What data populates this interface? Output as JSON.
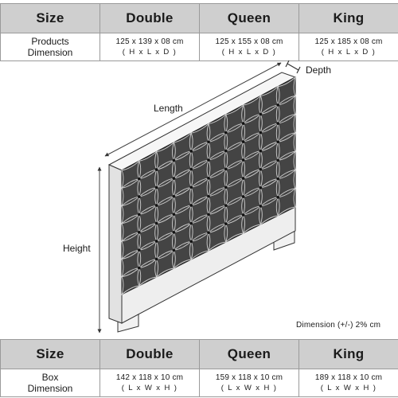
{
  "top_table": {
    "headers": [
      "Size",
      "Double",
      "Queen",
      "King"
    ],
    "row_label": [
      "Products",
      "Dimension"
    ],
    "values": [
      "125 x 139 x 08 cm",
      "125 x 155 x 08 cm",
      "125 x 185 x 08 cm"
    ],
    "order": [
      "( H x L x D )",
      "( H x L x D )",
      "( H x L x D )"
    ]
  },
  "bottom_table": {
    "headers": [
      "Size",
      "Double",
      "Queen",
      "King"
    ],
    "row_label": [
      "Box",
      "Dimension"
    ],
    "values": [
      "142 x 118 x 10 cm",
      "159 x 118 x 10 cm",
      "189 x 118 x 10 cm"
    ],
    "order": [
      "( L x W x H )",
      "( L x W x H )",
      "( L x W x H )"
    ]
  },
  "diagram": {
    "length_label": "Length",
    "depth_label": "Depth",
    "height_label": "Height",
    "tolerance": "Dimension (+/-) 2% cm",
    "panel_color": "#444444",
    "frame_color": "#eeeeee",
    "line_color": "#333333"
  }
}
